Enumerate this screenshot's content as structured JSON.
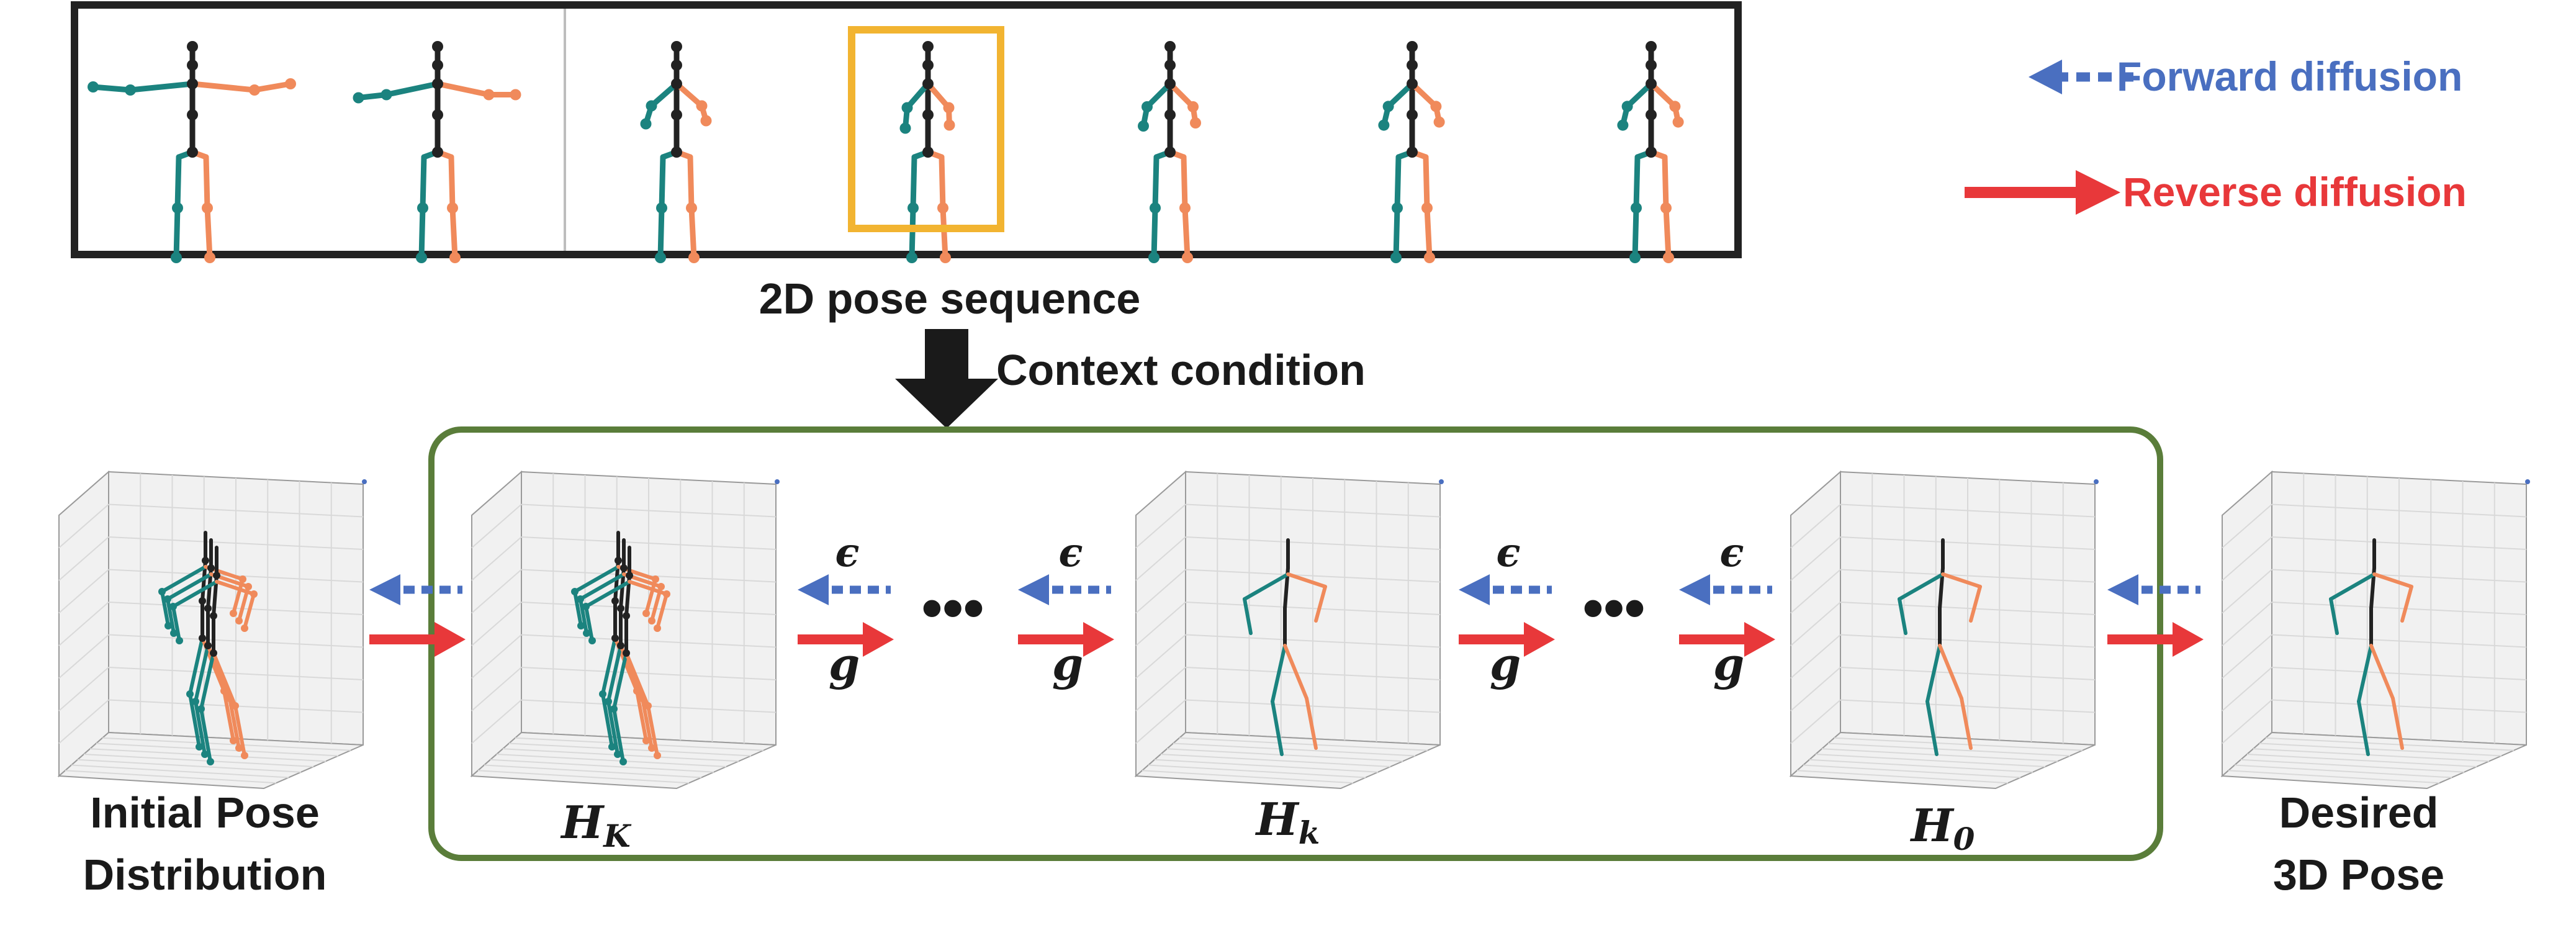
{
  "legend": {
    "forward_label": "Forward diffusion",
    "reverse_label": "Reverse diffusion",
    "forward_color": "#4a6fc0",
    "reverse_color": "#e8383a"
  },
  "sequence": {
    "title": "2D pose sequence",
    "frame_count": 7,
    "highlighted_frame": 4,
    "highlight_color": "#f2b431"
  },
  "condition": {
    "label": "Context condition"
  },
  "left_pose": {
    "label_line1": "Initial Pose",
    "label_line2": "Distribution"
  },
  "right_pose": {
    "label_line1": "Desired",
    "label_line2": "3D Pose"
  },
  "states": [
    {
      "symbol": "H",
      "subscript": "K"
    },
    {
      "symbol": "H",
      "subscript": "k"
    },
    {
      "symbol": "H",
      "subscript": "0"
    }
  ],
  "step": {
    "noise_symbol": "ϵ",
    "denoise_symbol": "g",
    "ellipsis": "•••"
  },
  "colors": {
    "teal": "#1b837f",
    "orange": "#f08a5b",
    "black": "#222222",
    "box_border": "#222222",
    "process_border": "#5a7d3a",
    "grid": "#d9d9d9"
  }
}
